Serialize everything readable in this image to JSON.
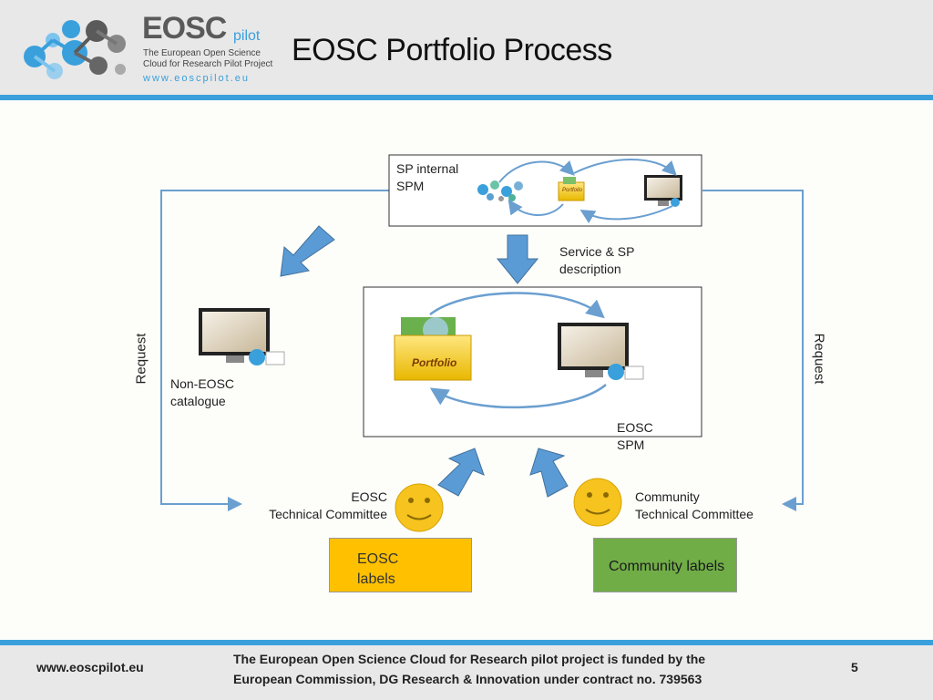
{
  "header": {
    "brand_word": "EOSC",
    "brand_pilot": "pilot",
    "brand_tagline": "The European Open Science\nCloud for Research Pilot Project",
    "brand_url": "www.eoscpilot.eu",
    "title": "EOSC Portfolio Process"
  },
  "diagram": {
    "sp_box_label": "SP internal\nSPM",
    "service_desc_label": "Service & SP\ndescription",
    "non_eosc_label": "Non-EOSC\ncatalogue",
    "eosc_spm_label": "EOSC\nSPM",
    "folder_label": "Portfolio",
    "folder_label_small": "Portfolio",
    "request_left": "Request",
    "request_right": "Request",
    "eosc_committee_label": "EOSC\nTechnical Committee",
    "community_committee_label": "Community\nTechnical Committee",
    "eosc_labels_note": "EOSC\nlabels",
    "community_labels_note": "Community labels"
  },
  "colors": {
    "accent": "#3aa0dc",
    "arrow_fill": "#5b9bd5",
    "arrow_line": "#6a9fd0",
    "note_eosc": "#ffc000",
    "note_community": "#70ad47",
    "smiley": "#f6c31f"
  },
  "footer": {
    "url": "www.eoscpilot.eu",
    "funding": "The European Open Science Cloud for Research pilot project is funded by the\nEuropean Commission, DG Research & Innovation under contract no. 739563",
    "page_number": "5"
  }
}
